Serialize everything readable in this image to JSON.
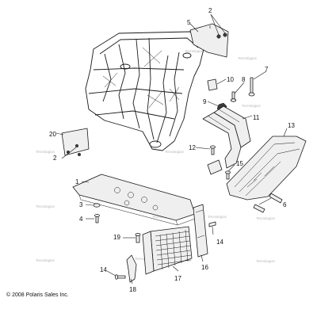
{
  "watermark_text": "Tecnologias",
  "callouts": {
    "c1": "1",
    "c2a": "2",
    "c2b": "2",
    "c3": "3",
    "c4": "4",
    "c5": "5",
    "c6": "6",
    "c7": "7",
    "c8": "8",
    "c9": "9",
    "c10": "10",
    "c11": "11",
    "c12": "12",
    "c13": "13",
    "c14a": "14",
    "c14b": "14",
    "c15": "15",
    "c16": "16",
    "c17": "17",
    "c18": "18",
    "c19": "19",
    "c20": "20"
  },
  "copyright": "© 2008 Polaris Sales Inc.",
  "colors": {
    "line": "#1a1a1a",
    "part_fill": "#efefef",
    "watermark": "#b8b8b8"
  }
}
